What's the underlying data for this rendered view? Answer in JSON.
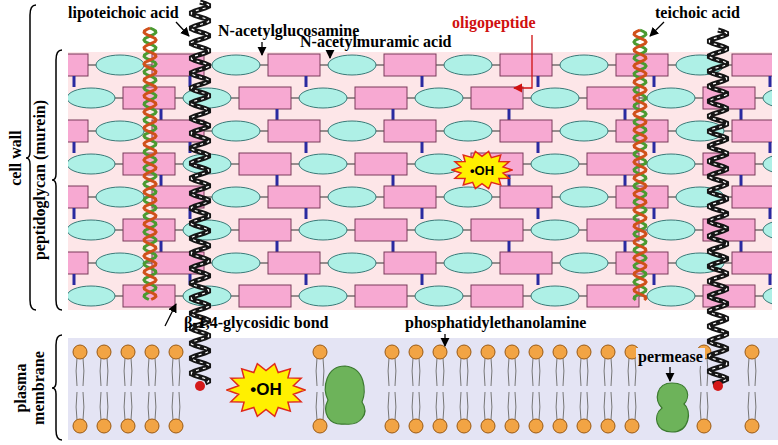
{
  "diagram": {
    "nodes": [
      {
        "text": [
          "•OH"
        ]
      },
      {
        "text": [
          "•OH"
        ]
      }
    ],
    "labels": [
      "lipoteichoic acid",
      "N-acetylglucosamine",
      "oligopeptide",
      "teichoic acid",
      "N-acetylmuramic acid",
      "cell wall",
      "peptidoglycan (murein)",
      "β-1,4-glycosidic bond",
      "phosphatidylethanolamine",
      "permease",
      "plasma membrane"
    ]
  }
}
